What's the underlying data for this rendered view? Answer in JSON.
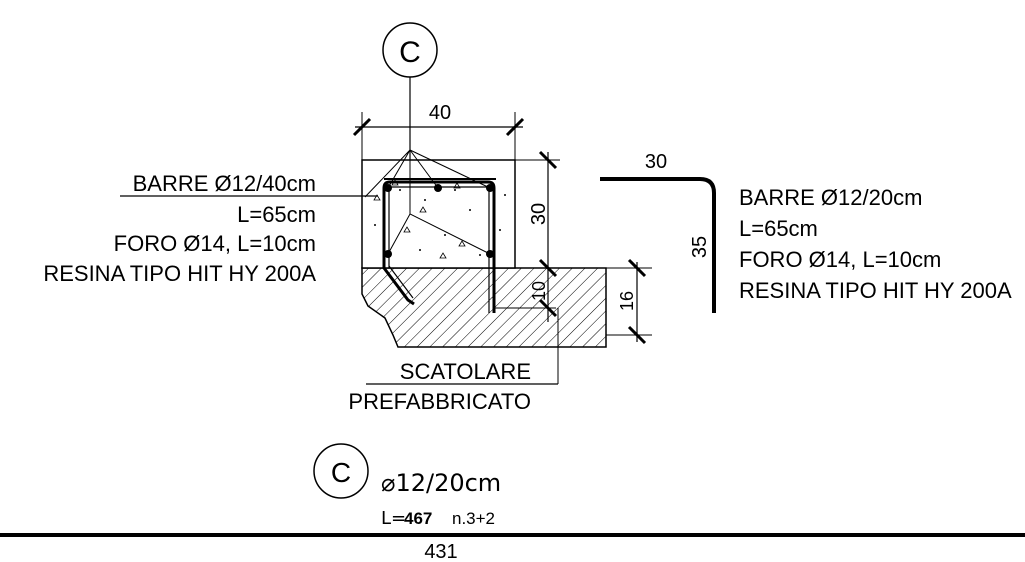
{
  "marker": {
    "label": "C"
  },
  "dimensions": {
    "width_top": "40",
    "height_cap": "30",
    "embed_depth": "10",
    "slab_thickness": "16",
    "bend_horizontal": "30",
    "bend_vertical": "35"
  },
  "left_note": {
    "line1": "BARRE Ø12/40cm",
    "line2": "L=65cm",
    "line3": "FORO Ø14, L=10cm",
    "line4": "RESINA TIPO HIT HY 200A"
  },
  "right_note": {
    "line1": "BARRE Ø12/20cm",
    "line2": "L=65cm",
    "line3": "FORO Ø14, L=10cm",
    "line4": "RESINA TIPO HIT HY 200A"
  },
  "element_label": {
    "line1": "SCATOLARE",
    "line2": "PREFABBRICATO"
  },
  "schedule": {
    "marker": "C",
    "bar_spec": "⌀12/20cm",
    "length_prefix": "L=",
    "length_value": "467",
    "count": "n.3+2"
  },
  "page_number": "431"
}
